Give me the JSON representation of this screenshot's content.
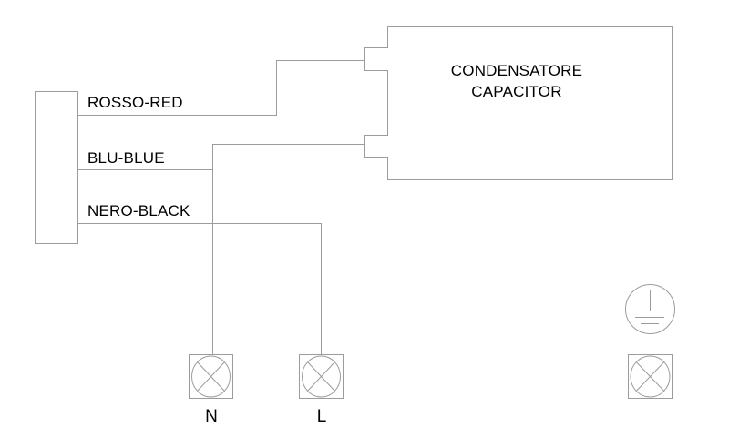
{
  "diagram": {
    "capacitor": {
      "title_line1": "CONDENSATORE",
      "title_line2": "CAPACITOR"
    },
    "wires": [
      {
        "id": "red",
        "label": "ROSSO-RED"
      },
      {
        "id": "blue",
        "label": "BLU-BLUE"
      },
      {
        "id": "black",
        "label": "NERO-BLACK"
      }
    ],
    "terminals": [
      {
        "id": "neutral",
        "label": "N"
      },
      {
        "id": "line",
        "label": "L"
      }
    ],
    "icons": {
      "lamp": "lamp-icon",
      "ground": "protective-earth-icon"
    },
    "colors": {
      "line": "#9c9c9c",
      "text": "#000000",
      "background": "#ffffff"
    }
  }
}
